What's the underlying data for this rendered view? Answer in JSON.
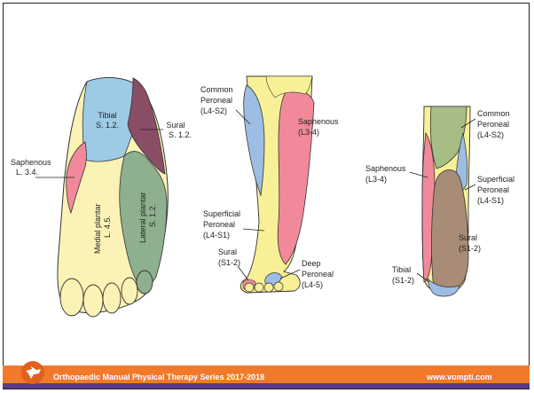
{
  "colors": {
    "tibial": "#9dcbe6",
    "sural": "#8a4d66",
    "saphenous": "#f2899a",
    "medial_plantar": "#fbf3b6",
    "lateral_plantar": "#8fb08e",
    "common_peroneal_front": "#9dbde2",
    "superficial_peroneal": "#f8f096",
    "common_peroneal_back": "#a6bd86",
    "sural_back": "#a98c78",
    "footer_orange": "#f07a2a",
    "footer_purple": "#5b3a86"
  },
  "foot": {
    "tibial_label": "Tibial",
    "tibial_roots": "S. 1.2.",
    "sural_label": "Sural",
    "sural_roots": "S. 1.2.",
    "saphenous_label": "Saphenous",
    "saphenous_roots": "L. 3.4.",
    "medial_plantar": "Medial plantar",
    "medial_plantar_roots": "L. 4.5.",
    "lateral_plantar": "Lateral plantar",
    "lateral_plantar_roots": "S. 1.2."
  },
  "front_leg": {
    "common_peroneal": [
      "Common",
      "Peroneal",
      "(L4-S2)"
    ],
    "saphenous": [
      "Saphenous",
      "(L3-4)"
    ],
    "superficial_peroneal": [
      "Superficial",
      "Peroneal",
      "(L4-S1)"
    ],
    "sural": [
      "Sural",
      "(S1-2)"
    ],
    "deep_peroneal": [
      "Deep",
      "Peroneal",
      "(L4-5)"
    ]
  },
  "back_leg": {
    "common_peroneal": [
      "Common",
      "Peroneal",
      "(L4-S2)"
    ],
    "saphenous": [
      "Saphenous",
      "(L3-4)"
    ],
    "superficial_peroneal": [
      "Superficial",
      "Peroneal",
      "(L4-S1)"
    ],
    "sural": [
      "Sural",
      "(S1-2)"
    ],
    "tibial": [
      "Tibial",
      "(S1-2)"
    ]
  },
  "footer": {
    "title": "Orthopaedic Manual Physical Therapy Series 2017-2018",
    "url": "www.vompti.com"
  }
}
